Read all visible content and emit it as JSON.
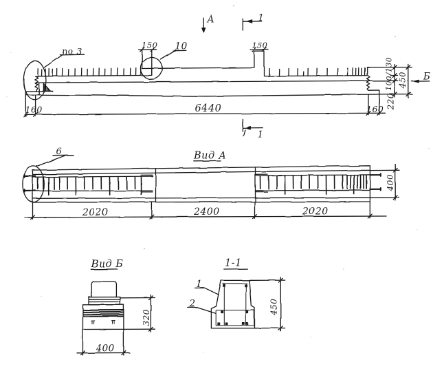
{
  "sheet": {
    "background": "#ffffff",
    "ink": "#1f1f1f",
    "description": "Scanned structural drawing of a reinforced concrete beam"
  },
  "elevation": {
    "view_arrow_a": "А",
    "section_cut_top": "1",
    "section_cut_bottom": "1",
    "detail_note": "по 3",
    "detail_callout": "10",
    "dim_step": "150",
    "dim_block": "150",
    "dim_end_left": "160",
    "dim_length": "6440",
    "dim_end_right": "160",
    "dim_heights": "100/130",
    "dim_total_height": "450",
    "dim_bottom_height": "220",
    "view_arrow_b": "Б"
  },
  "plan": {
    "title": "Вид А",
    "callout": "6",
    "dim_segments": [
      "2020",
      "2400",
      "2020"
    ],
    "dim_width": "400"
  },
  "end_view": {
    "title": "Вид Б",
    "dim_height": "320",
    "dim_width": "400"
  },
  "section": {
    "title": "1-1",
    "callout_top_bar": "1",
    "callout_bottom_bar": "2",
    "dim_height": "450"
  }
}
